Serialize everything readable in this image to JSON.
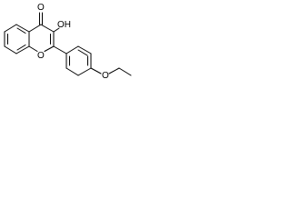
{
  "molecule": {
    "atom_labels": {
      "carbonyl_oxygen": "O",
      "hydroxyl": "OH",
      "ring_oxygen": "O",
      "ether_oxygen": "O"
    }
  },
  "colors": {
    "stroke": "#000000",
    "background": "#ffffff"
  }
}
